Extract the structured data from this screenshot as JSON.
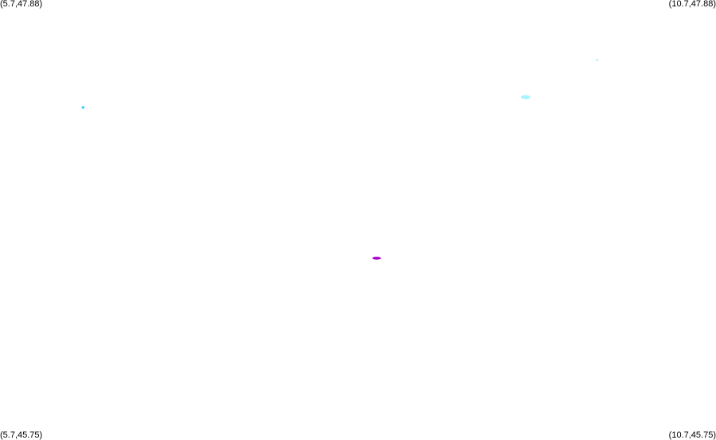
{
  "corners": {
    "top_left": "(5.7,47.88)",
    "top_right": "(10.7,47.88)",
    "bottom_left": "(5.7,45.75)",
    "bottom_right": "(10.7,45.75)"
  },
  "bounds": {
    "lon_min": 5.7,
    "lon_max": 10.7,
    "lat_min": 45.75,
    "lat_max": 47.88
  },
  "features": [
    {
      "id": "blob-west",
      "lon": 6.28,
      "lat": 47.36,
      "color": "#55ccff"
    },
    {
      "id": "blob-center",
      "lon": 8.33,
      "lat": 46.63,
      "color": "#aa00cc"
    },
    {
      "id": "blob-east",
      "lon": 9.37,
      "lat": 47.41,
      "color": "#a8f4ff"
    },
    {
      "id": "blob-northeast",
      "lon": 9.87,
      "lat": 47.59,
      "color": "#b0f4ff"
    }
  ]
}
